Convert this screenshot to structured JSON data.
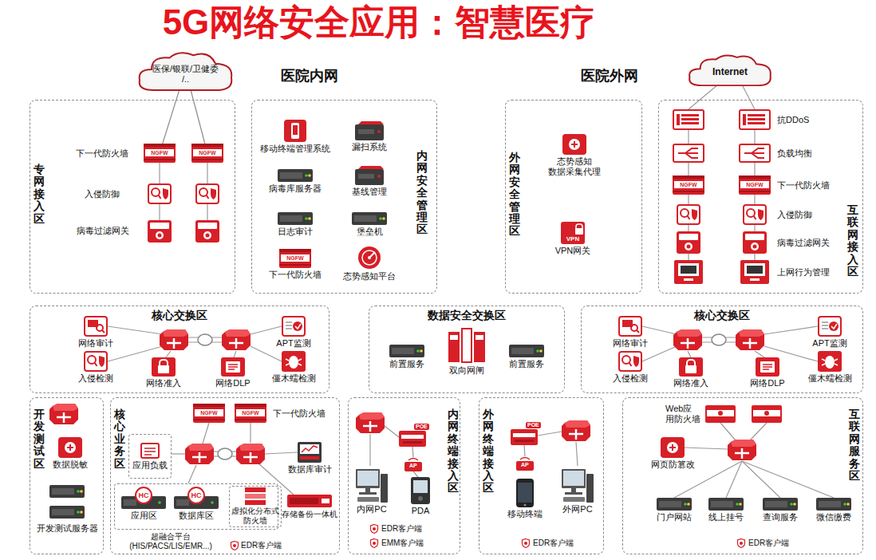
{
  "diagram": {
    "title": "5G网络安全应用：智慧医疗",
    "nodes": [
      {
        "text": [
          "医保/银联/卫健委 /.."
        ]
      },
      {
        "text": [
          "Internet"
        ]
      },
      {
        "text": [
          "专网接入区"
        ]
      },
      {
        "text": [
          "NGFW"
        ],
        "in": 2
      },
      {
        "text": [
          "NGFW"
        ],
        "in": 2
      },
      {
        "text": [
          "内网安全管理区"
        ]
      },
      {
        "text": [
          "移动终端管理系统"
        ],
        "in": 5
      },
      {
        "text": [
          "漏扫系统"
        ],
        "in": 5
      },
      {
        "text": [
          "病毒库服务器"
        ],
        "in": 5
      },
      {
        "text": [
          "基线管理"
        ],
        "in": 5
      },
      {
        "text": [
          "日志审计"
        ],
        "in": 5
      },
      {
        "text": [
          "堡垒机"
        ],
        "in": 5
      },
      {
        "text": [
          "NGFW",
          "下一代防火墙"
        ],
        "in": 5
      },
      {
        "text": [
          "态势感知平台"
        ],
        "in": 5
      },
      {
        "text": [
          "外网安全管理区"
        ]
      },
      {
        "text": [
          "态势感知 数据采集代理"
        ],
        "in": 14
      },
      {
        "text": [
          "VPN",
          "VPN网关"
        ],
        "in": 14
      },
      {
        "text": [
          "互联网接入区"
        ]
      },
      {
        "text": [
          "NGFW"
        ],
        "in": 17
      },
      {
        "text": [
          "NGFW"
        ],
        "in": 17
      },
      {
        "text": [
          "核心交换区"
        ]
      },
      {
        "text": [
          "网络审计"
        ],
        "in": 20
      },
      {
        "text": [
          "入侵检测"
        ],
        "in": 20
      },
      {
        "text": [
          "网络准入"
        ],
        "in": 20
      },
      {
        "text": [
          "网络DLP"
        ],
        "in": 20
      },
      {
        "text": [
          "APT监测"
        ],
        "in": 20
      },
      {
        "text": [
          "僵木蠕检测"
        ],
        "in": 20
      },
      {
        "text": [
          "数据安全交换区"
        ]
      },
      {
        "text": [
          "前置服务"
        ],
        "in": 27
      },
      {
        "text": [
          "双向网闸"
        ],
        "in": 27
      },
      {
        "text": [
          "前置服务"
        ],
        "in": 27
      },
      {
        "text": [
          "核心交换区"
        ]
      },
      {
        "text": [
          "网络审计"
        ],
        "in": 31
      },
      {
        "text": [
          "入侵检测"
        ],
        "in": 31
      },
      {
        "text": [
          "网络准入"
        ],
        "in": 31
      },
      {
        "text": [
          "网络DLP"
        ],
        "in": 31
      },
      {
        "text": [
          "APT监测"
        ],
        "in": 31
      },
      {
        "text": [
          "僵木蠕检测"
        ],
        "in": 31
      },
      {
        "text": [
          "开发测试区"
        ]
      },
      {
        "text": [
          "数据脱敏"
        ],
        "in": 38
      },
      {
        "text": [
          "开发测试服务器"
        ],
        "in": 38
      },
      {
        "text": [
          "核心业务区"
        ]
      },
      {
        "text": [
          "NGFW"
        ],
        "in": 41
      },
      {
        "text": [
          "NGFW"
        ],
        "in": 41
      },
      {
        "text": [
          "应用负载"
        ],
        "in": 41
      },
      {
        "text": [
          "数据库审计"
        ],
        "in": 41
      },
      {
        "text": [
          "超融合平台 (HIS/PACS/LIS/EMR...)"
        ],
        "in": 41
      },
      {
        "text": [
          "HC",
          "应用区"
        ],
        "in": 46
      },
      {
        "text": [
          "HC",
          "数据库区"
        ],
        "in": 46
      },
      {
        "text": [
          "虚拟化分布式 防火墙"
        ],
        "in": 46
      },
      {
        "text": [
          "存储备份一体机"
        ],
        "in": 41
      },
      {
        "text": [
          "内网终端接入区"
        ]
      },
      {
        "text": [
          "内网PC"
        ],
        "in": 51
      },
      {
        "text": [
          "PDA"
        ],
        "in": 51
      },
      {
        "text": [
          "外网终端接入区"
        ]
      },
      {
        "text": [
          "移动终端"
        ],
        "in": 54
      },
      {
        "text": [
          "外网PC"
        ],
        "in": 54
      },
      {
        "text": [
          "互联网服务区"
        ]
      },
      {
        "text": [
          "网页防篡改"
        ],
        "in": 57
      },
      {
        "text": [
          "门户网站"
        ],
        "in": 57
      },
      {
        "text": [
          "线上挂号"
        ],
        "in": 57
      },
      {
        "text": [
          "查询服务"
        ],
        "in": 57
      },
      {
        "text": [
          "微信缴费"
        ],
        "in": 57
      }
    ],
    "edges": [
      {
        "from": 0,
        "to": 3,
        "arrow": "none"
      },
      {
        "from": 0,
        "to": 4,
        "arrow": "none"
      }
    ],
    "labels": [
      "医院内网",
      "医院外网",
      "下一代防火墙",
      "入侵防御",
      "病毒过滤网关",
      "抗DDoS",
      "负载均衡",
      "下一代防火墙",
      "入侵防御",
      "病毒过滤网关",
      "上网行为管理",
      "下一代防火墙",
      "EDR客户端",
      "Web应 用防火墙",
      "POE",
      "AP",
      "EDR客户端",
      "EMM客户端",
      "POE",
      "AP",
      "EDR客户端",
      "EDR客户端"
    ]
  }
}
